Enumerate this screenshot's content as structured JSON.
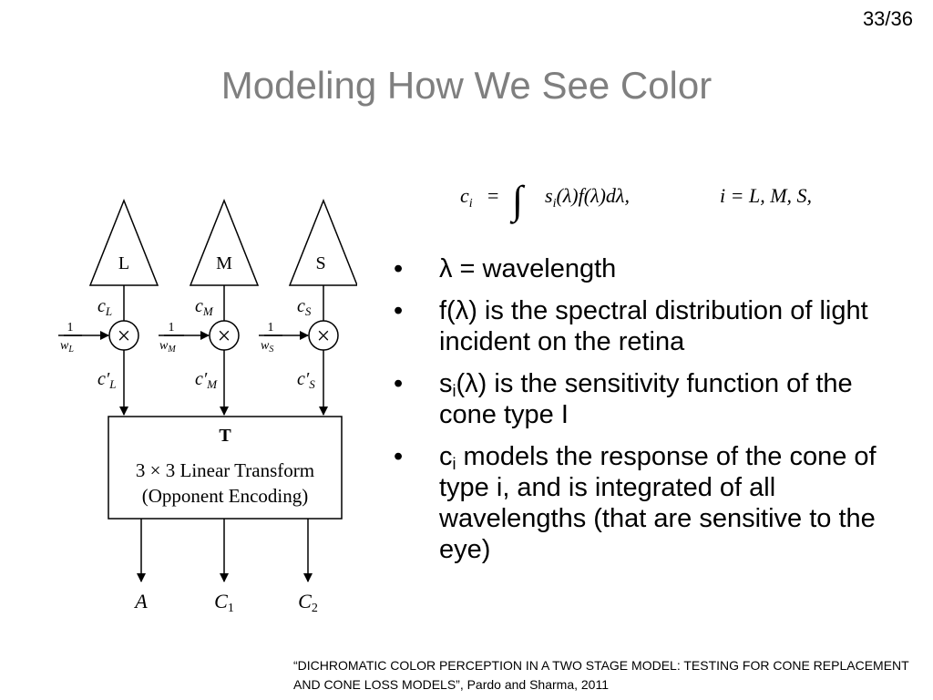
{
  "slide": {
    "page_number": "33/36",
    "title": "Modeling How We See Color"
  },
  "diagram": {
    "cones": [
      {
        "label": "L",
        "c_main": "c",
        "c_sub": "L",
        "w_sub": "L"
      },
      {
        "label": "M",
        "c_main": "c",
        "c_sub": "M",
        "w_sub": "M"
      },
      {
        "label": "S",
        "c_main": "c",
        "c_sub": "S",
        "w_sub": "S"
      }
    ],
    "weight_numerator": "1",
    "weight_main": "w",
    "c_prime_main": "c′",
    "multiply_symbol": "×",
    "transform": {
      "heading": "T",
      "line1": "3 × 3 Linear Transform",
      "line2": "(Opponent Encoding)"
    },
    "outputs": [
      {
        "main": "A",
        "sub": ""
      },
      {
        "main": "C",
        "sub": "1"
      },
      {
        "main": "C",
        "sub": "2"
      }
    ]
  },
  "formula": {
    "lhs_main": "c",
    "lhs_sub": "i",
    "equals": "=",
    "integral": "∫",
    "s_main": "s",
    "s_sub": "i",
    "integrand_rest": "(λ)f(λ)dλ,",
    "index": "i = L, M, S,"
  },
  "bullets": [
    {
      "pre": "λ = wavelength",
      "sub": "",
      "post": ""
    },
    {
      "pre": "f(λ) is the spectral distribution of light incident on the retina",
      "sub": "",
      "post": ""
    },
    {
      "pre": "s",
      "sub": "i",
      "post": "(λ) is the sensitivity function of the cone type I"
    },
    {
      "pre": "c",
      "sub": "i",
      "post": " models the response of the cone of type i, and is integrated of all wavelengths (that are sensitive to the eye)"
    }
  ],
  "citation": {
    "line1": "“DICHROMATIC COLOR PERCEPTION IN A TWO STAGE MODEL: TESTING FOR CONE REPLACEMENT",
    "line2": "AND CONE LOSS MODELS”, Pardo and Sharma, 2011"
  }
}
